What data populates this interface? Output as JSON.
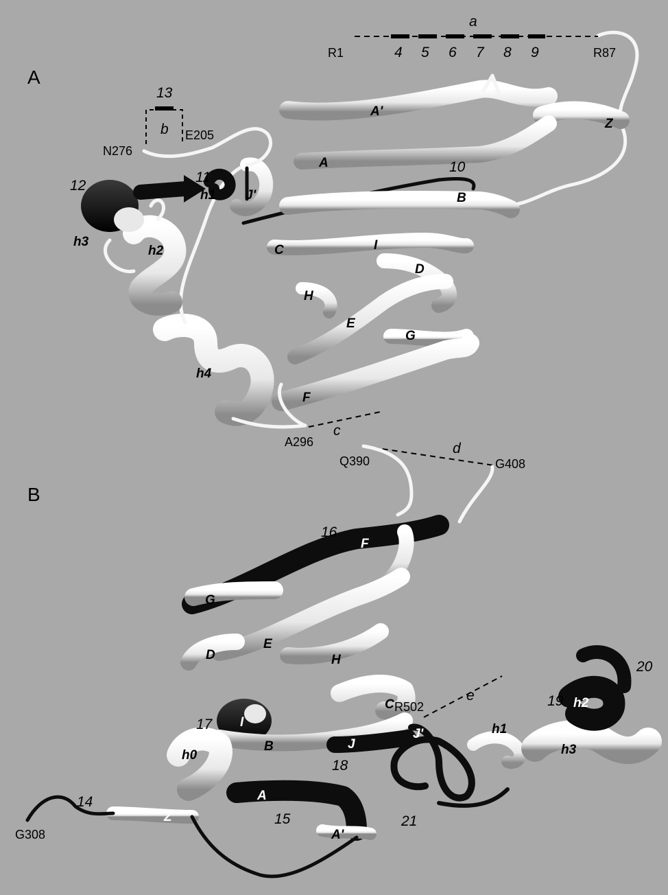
{
  "panels": {
    "A": "A",
    "B": "B"
  },
  "residue_labels": {
    "R1": "R1",
    "R87": "R87",
    "N276": "N276",
    "E205": "E205",
    "A296": "A296",
    "Q390": "Q390",
    "G408": "G408",
    "R502": "R502",
    "G308": "G308"
  },
  "gap_letters": {
    "a": "a",
    "b": "b",
    "c": "c",
    "d": "d",
    "e": "e"
  },
  "segment_numbers": {
    "n4": "4",
    "n5": "5",
    "n6": "6",
    "n7": "7",
    "n8": "8",
    "n9": "9",
    "n10": "10",
    "n11": "11",
    "n12": "12",
    "n13": "13",
    "n14": "14",
    "n15": "15",
    "n16": "16",
    "n17": "17",
    "n18": "18",
    "n19": "19",
    "n20": "20",
    "n21": "21"
  },
  "domain_A_strands": {
    "A": "A",
    "A_prime": "A'",
    "Z": "Z",
    "B": "B",
    "C": "C",
    "I": "I",
    "D": "D",
    "H": "H",
    "E": "E",
    "G": "G",
    "F": "F",
    "J_prime": "J'",
    "h1": "h1",
    "h2": "h2",
    "h3": "h3",
    "h4": "h4"
  },
  "domain_B_strands": {
    "F": "F",
    "G": "G",
    "D": "D",
    "E": "E",
    "H": "H",
    "C": "C",
    "I": "I",
    "J_prime": "J'",
    "J": "J",
    "B": "B",
    "h0": "h0",
    "h1": "h1",
    "h2": "h2",
    "h3": "h3",
    "A": "A",
    "A_prime": "A'",
    "Z": "Z"
  },
  "colors": {
    "background": "#a9a9a9",
    "ribbon_white": "#f7f7f7",
    "ribbon_shade": "#7b7b7b",
    "ribbon_highlight": "#111111"
  }
}
